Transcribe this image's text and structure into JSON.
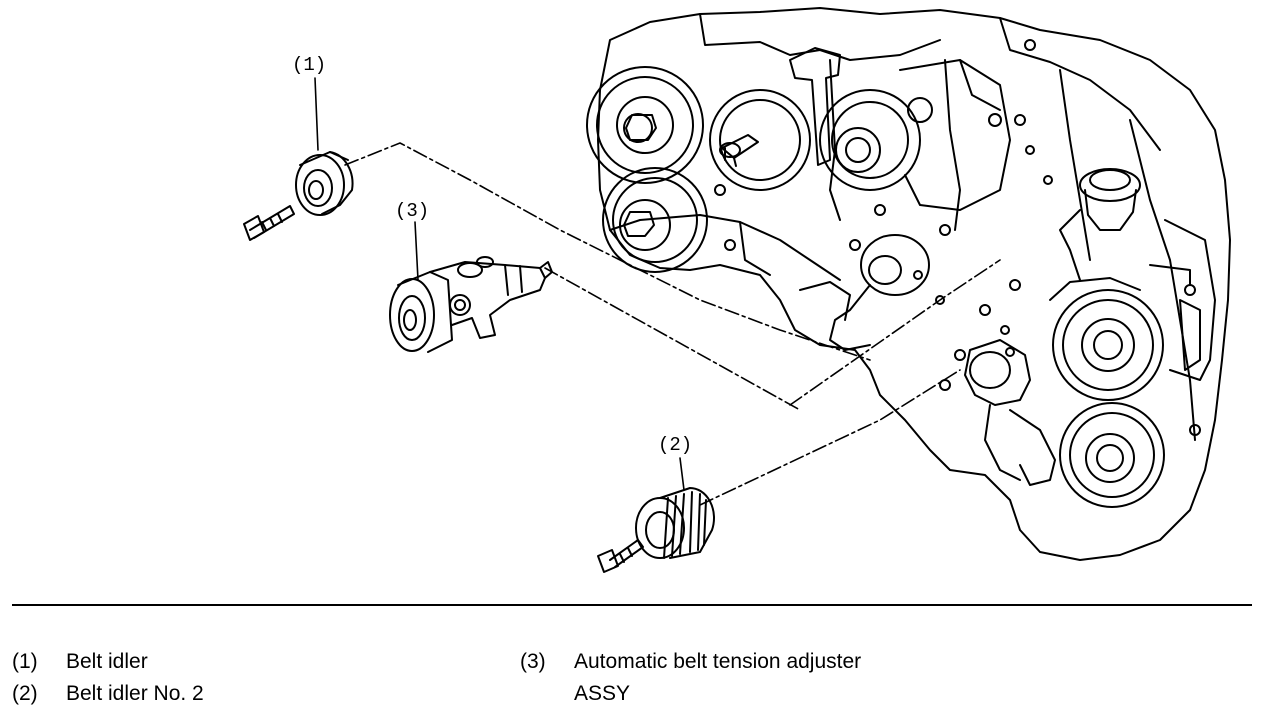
{
  "diagram": {
    "callouts": [
      {
        "id": "1",
        "label": "(1)"
      },
      {
        "id": "2",
        "label": "(2)"
      },
      {
        "id": "3",
        "label": "(3)"
      }
    ]
  },
  "legend": [
    {
      "number": "(1)",
      "text": "Belt idler"
    },
    {
      "number": "(2)",
      "text": "Belt idler No. 2"
    },
    {
      "number": "(3)",
      "text": "Automatic belt tension adjuster\nASSY"
    }
  ]
}
